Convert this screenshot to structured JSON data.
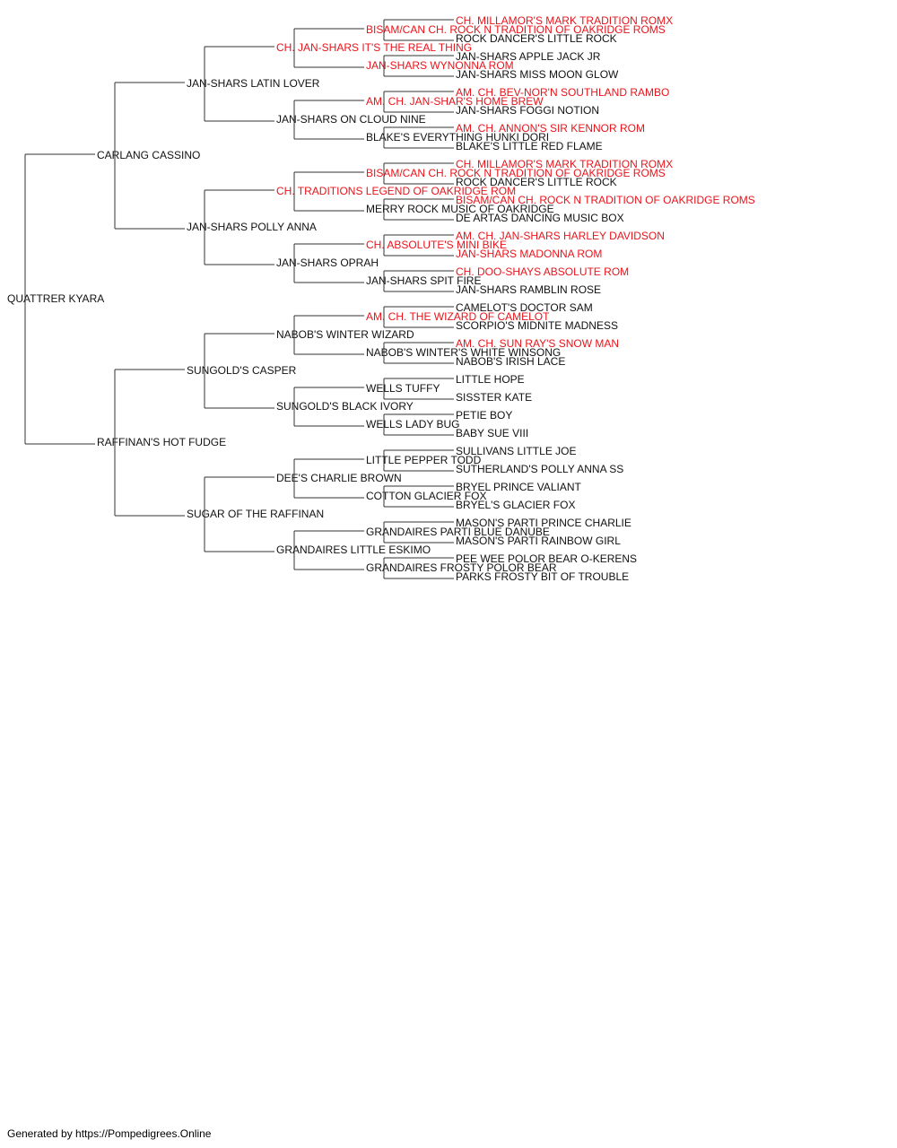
{
  "colors": {
    "champion": "#e8141b",
    "normal": "#111111",
    "connector": "#333333"
  },
  "pedigree": {
    "name": "QUATTRER KYARA",
    "champion": false,
    "sire": {
      "name": "CARLANG CASSINO",
      "champion": false,
      "sire": {
        "name": "JAN-SHARS LATIN LOVER",
        "champion": false,
        "sire": {
          "name": "CH. JAN-SHARS IT'S THE REAL THING",
          "champion": true,
          "sire": {
            "name": "BISAM/CAN CH. ROCK N TRADITION OF OAKRIDGE ROMS",
            "champion": true,
            "sire": {
              "name": "CH. MILLAMOR'S MARK TRADITION ROMX",
              "champion": true
            },
            "dam": {
              "name": "ROCK DANCER'S LITTLE ROCK",
              "champion": false
            }
          },
          "dam": {
            "name": "JAN-SHARS WYNONNA ROM",
            "champion": true,
            "sire": {
              "name": "JAN-SHARS APPLE JACK JR",
              "champion": false
            },
            "dam": {
              "name": "JAN-SHARS MISS MOON GLOW",
              "champion": false
            }
          }
        },
        "dam": {
          "name": "JAN-SHARS ON CLOUD NINE",
          "champion": false,
          "sire": {
            "name": "AM. CH. JAN-SHAR'S HOME BREW",
            "champion": true,
            "sire": {
              "name": "AM. CH. BEV-NOR'N SOUTHLAND RAMBO",
              "champion": true
            },
            "dam": {
              "name": "JAN-SHARS FOGGI NOTION",
              "champion": false
            }
          },
          "dam": {
            "name": "BLAKE'S EVERYTHING HUNKI DORI",
            "champion": false,
            "sire": {
              "name": "AM. CH. ANNON'S SIR KENNOR ROM",
              "champion": true
            },
            "dam": {
              "name": "BLAKE'S LITTLE RED FLAME",
              "champion": false
            }
          }
        }
      },
      "dam": {
        "name": "JAN-SHARS POLLY ANNA",
        "champion": false,
        "sire": {
          "name": "CH. TRADITIONS LEGEND OF OAKRIDGE ROM",
          "champion": true,
          "sire": {
            "name": "BISAM/CAN CH. ROCK N TRADITION OF OAKRIDGE ROMS",
            "champion": true,
            "sire": {
              "name": "CH. MILLAMOR'S MARK TRADITION ROMX",
              "champion": true
            },
            "dam": {
              "name": "ROCK DANCER'S LITTLE ROCK",
              "champion": false
            }
          },
          "dam": {
            "name": "MERRY ROCK MUSIC OF OAKRIDGE",
            "champion": false,
            "sire": {
              "name": "BISAM/CAN CH. ROCK N TRADITION OF OAKRIDGE ROMS",
              "champion": true
            },
            "dam": {
              "name": "DE ARTAS DANCING MUSIC BOX",
              "champion": false
            }
          }
        },
        "dam": {
          "name": "JAN-SHARS OPRAH",
          "champion": false,
          "sire": {
            "name": "CH. ABSOLUTE'S MINI BIKE",
            "champion": true,
            "sire": {
              "name": "AM. CH. JAN-SHARS HARLEY DAVIDSON",
              "champion": true
            },
            "dam": {
              "name": "JAN-SHARS MADONNA ROM",
              "champion": true
            }
          },
          "dam": {
            "name": "JAN-SHARS SPIT FIRE",
            "champion": false,
            "sire": {
              "name": "CH. DOO-SHAYS ABSOLUTE ROM",
              "champion": true
            },
            "dam": {
              "name": "JAN-SHARS RAMBLIN ROSE",
              "champion": false
            }
          }
        }
      }
    },
    "dam": {
      "name": "RAFFINAN'S HOT FUDGE",
      "champion": false,
      "sire": {
        "name": "SUNGOLD'S CASPER",
        "champion": false,
        "sire": {
          "name": "NABOB'S WINTER WIZARD",
          "champion": false,
          "sire": {
            "name": "AM. CH. THE WIZARD OF CAMELOT",
            "champion": true,
            "sire": {
              "name": "CAMELOT'S DOCTOR SAM",
              "champion": false
            },
            "dam": {
              "name": "SCORPIO'S MIDNITE MADNESS",
              "champion": false
            }
          },
          "dam": {
            "name": "NABOB'S WINTER'S WHITE WINSONG",
            "champion": false,
            "sire": {
              "name": "AM. CH. SUN RAY'S SNOW MAN",
              "champion": true
            },
            "dam": {
              "name": "NABOB'S IRISH LACE",
              "champion": false
            }
          }
        },
        "dam": {
          "name": "SUNGOLD'S BLACK IVORY",
          "champion": false,
          "sire": {
            "name": "WELLS TUFFY",
            "champion": false,
            "sire": {
              "name": "LITTLE HOPE",
              "champion": false
            },
            "dam": {
              "name": "SISSTER KATE",
              "champion": false
            }
          },
          "dam": {
            "name": "WELLS LADY BUG",
            "champion": false,
            "sire": {
              "name": "PETIE BOY",
              "champion": false
            },
            "dam": {
              "name": "BABY SUE VIII",
              "champion": false
            }
          }
        }
      },
      "dam": {
        "name": "SUGAR OF THE RAFFINAN",
        "champion": false,
        "sire": {
          "name": "DEE'S CHARLIE BROWN",
          "champion": false,
          "sire": {
            "name": "LITTLE PEPPER TODD",
            "champion": false,
            "sire": {
              "name": "SULLIVANS LITTLE JOE",
              "champion": false
            },
            "dam": {
              "name": "SUTHERLAND'S POLLY ANNA SS",
              "champion": false
            }
          },
          "dam": {
            "name": "COTTON GLACIER FOX",
            "champion": false,
            "sire": {
              "name": "BRYEL PRINCE VALIANT",
              "champion": false
            },
            "dam": {
              "name": "BRYEL'S GLACIER FOX",
              "champion": false
            }
          }
        },
        "dam": {
          "name": "GRANDAIRES LITTLE ESKIMO",
          "champion": false,
          "sire": {
            "name": "GRANDAIRES PARTI BLUE DANUBE",
            "champion": false,
            "sire": {
              "name": "MASON'S PARTI PRINCE CHARLIE",
              "champion": false
            },
            "dam": {
              "name": "MASON'S PARTI RAINBOW GIRL",
              "champion": false
            }
          },
          "dam": {
            "name": "GRANDAIRES FROSTY POLOR BEAR",
            "champion": false,
            "sire": {
              "name": "PEE WEE POLOR BEAR O-KERENS",
              "champion": false
            },
            "dam": {
              "name": "PARKS FROSTY BIT OF TROUBLE",
              "champion": false
            }
          }
        }
      }
    }
  },
  "footer": "Generated by https://Pompedigrees.Online"
}
